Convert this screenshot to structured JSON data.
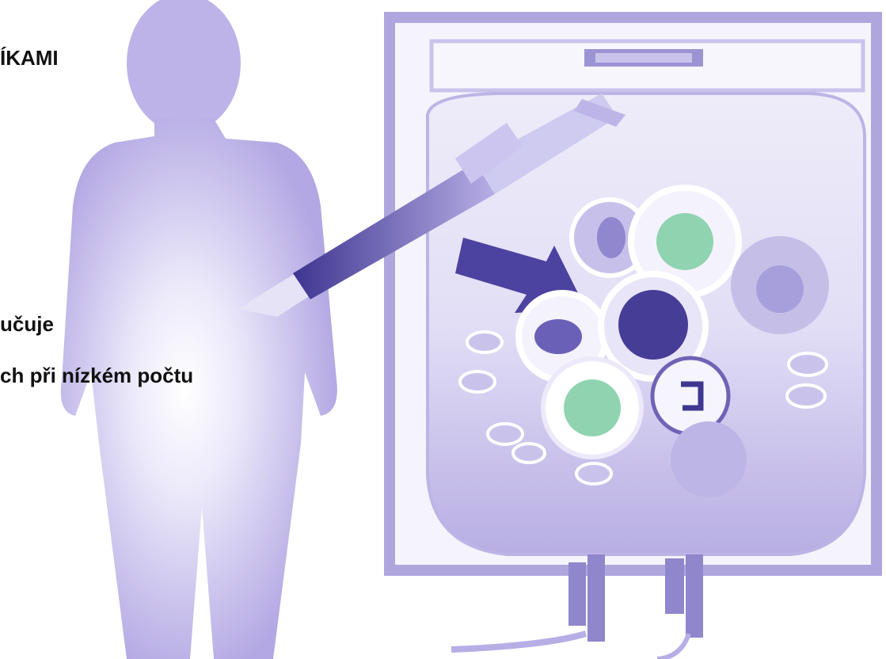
{
  "text_lines": [
    "ÍKAMI",
    "učuje",
    "ch při nízkém počtu"
  ],
  "colors": {
    "silhouette": "#b9afe6",
    "silhouette_glow": "#ffffff",
    "bag_border": "#aaa0dc",
    "bag_fill": "#d4cff0",
    "bag_dark": "#6f63b6",
    "syringe_dark": "#3e3590",
    "cell_green": "#8fd3b0",
    "cell_dark": "#3f3790",
    "cell_light": "#c8c2ea"
  },
  "icons": [
    "human-silhouette-icon",
    "syringe-icon",
    "blood-bag-icon",
    "arrow-icon",
    "stem-cell-icon"
  ]
}
